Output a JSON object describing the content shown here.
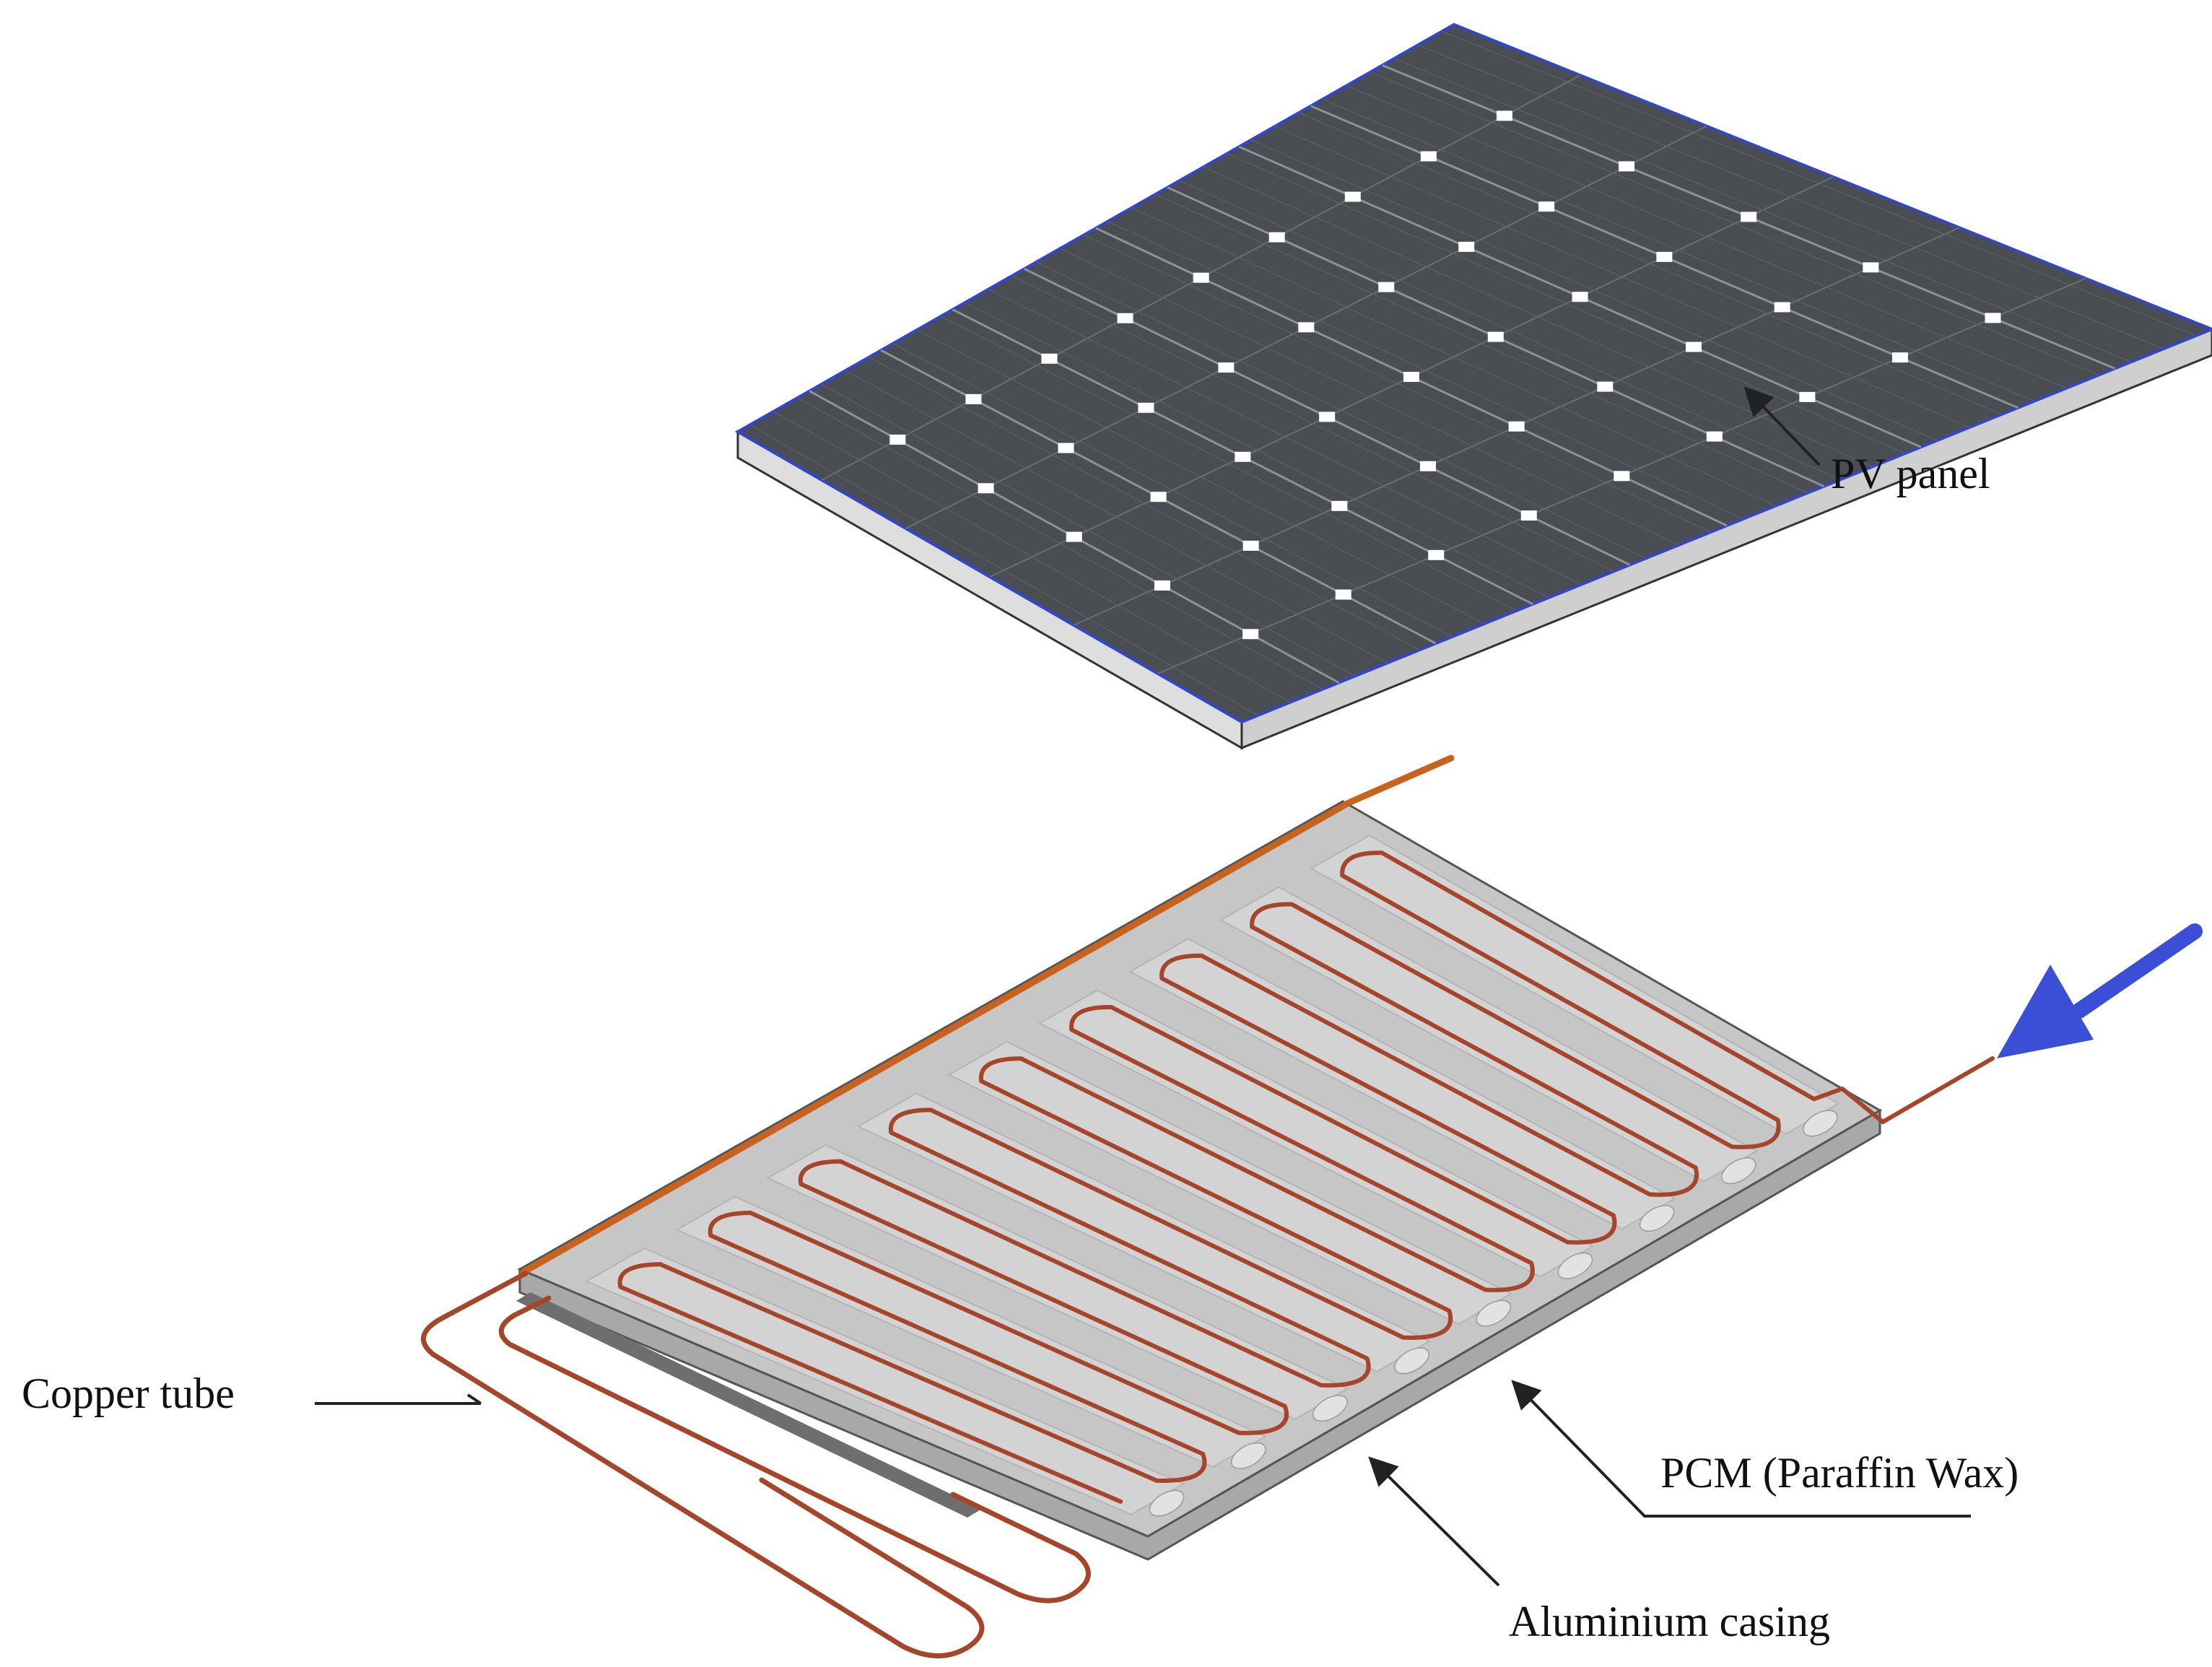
{
  "labels": {
    "pv_panel": "PV panel",
    "copper_tube": "Copper tube",
    "pcm": "PCM (Paraffin Wax)",
    "aluminium_casing": "Aluminium casing"
  },
  "colors": {
    "panel_glass": "#4a4d52",
    "cell_line": "#8e9298",
    "panel_edge": "#3346c8",
    "frame_side": "#d9d9d9",
    "casing_top": "#c4c4c4",
    "casing_side": "#a6a6a6",
    "copper": "#a5452a",
    "copper_edge": "#c8621f",
    "flow_arrow": "#3a4fd6",
    "leader_line": "#222222"
  },
  "icons": {
    "flow_arrow": "flow-arrow-icon"
  }
}
